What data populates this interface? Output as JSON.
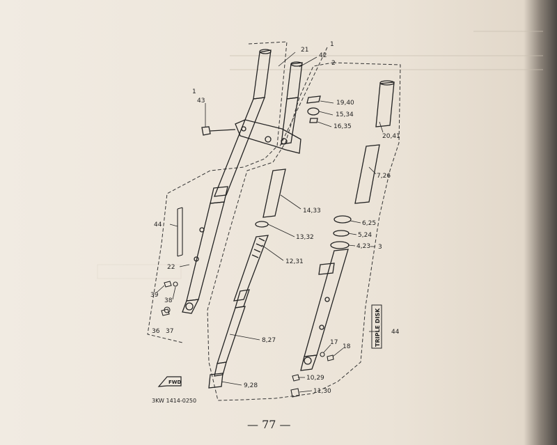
{
  "diagram": {
    "callouts": [
      {
        "text": "21"
      },
      {
        "text": "42"
      },
      {
        "text": "1"
      },
      {
        "text": "2"
      },
      {
        "text": "1"
      },
      {
        "text": "43"
      },
      {
        "text": "19,40"
      },
      {
        "text": "15,34"
      },
      {
        "text": "16,35"
      },
      {
        "text": "20,41"
      },
      {
        "text": "7,26"
      },
      {
        "text": "14,33"
      },
      {
        "text": "44"
      },
      {
        "text": "6,25"
      },
      {
        "text": "5,24"
      },
      {
        "text": "13,32"
      },
      {
        "text": "4,23"
      },
      {
        "text": "3"
      },
      {
        "text": "12,31"
      },
      {
        "text": "22"
      },
      {
        "text": "39"
      },
      {
        "text": "38"
      },
      {
        "text": "36"
      },
      {
        "text": "37"
      },
      {
        "text": "44"
      },
      {
        "text": "8,27"
      },
      {
        "text": "17"
      },
      {
        "text": "18"
      },
      {
        "text": "10,29"
      },
      {
        "text": "9,28"
      },
      {
        "text": "11,30"
      }
    ],
    "fwd_label": "FWD",
    "triple_disk_label": "TRIPLE DISK",
    "figure_code": "3KW 1414-0250"
  },
  "page_number": "— 77 —",
  "colors": {
    "ink": "#222222",
    "paper": "#ece4d7",
    "bleed_through": "#b7ad9f"
  }
}
